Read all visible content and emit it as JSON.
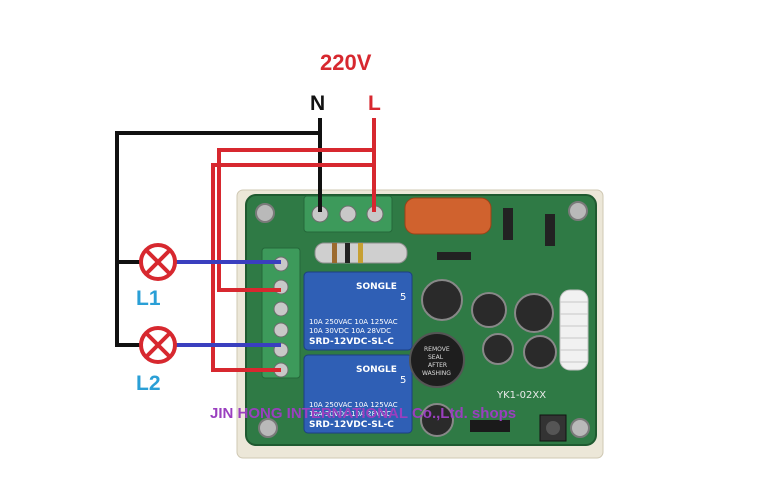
{
  "supply": {
    "voltage_label": "220V",
    "neutral_label": "N",
    "live_label": "L"
  },
  "loads": [
    {
      "label": "L1"
    },
    {
      "label": "L2"
    }
  ],
  "board": {
    "model_marking": "YK1-02XX",
    "relays": [
      {
        "brand": "SONGLE",
        "rating_lines": [
          "10A 250VAC  10A 125VAC",
          "10A 30VDC   10A 28VDC"
        ],
        "model": "SRD-12VDC-SL-C",
        "pin_mark": "5"
      },
      {
        "brand": "SONGLE",
        "rating_lines": [
          "10A 250VAC  10A 125VAC",
          "10A 30VDC   10A 28VDC"
        ],
        "model": "SRD-12VDC-SL-C",
        "pin_mark": "5"
      }
    ],
    "buzzer_lines": [
      "REMOVE",
      "SEAL",
      "AFTER",
      "WASHING"
    ]
  },
  "watermark": "JIN HONG INTERNATIONAL Co.,Ltd. shops",
  "colors": {
    "neutral_wire": "#111111",
    "live_wire": "#d7282f",
    "load_wire": "#3a3fbf",
    "load_label": "#2a9fd6",
    "supply_label": "#d7282f",
    "pcb": "#2f7a45",
    "relay": "#2f5fb5",
    "watermark": "#9a3fbf"
  }
}
